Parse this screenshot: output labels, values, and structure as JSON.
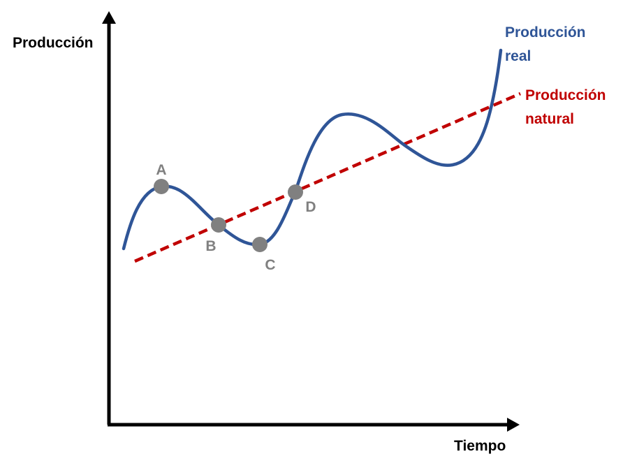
{
  "chart_data": {
    "type": "line",
    "title": "",
    "xlabel": "Tiempo",
    "ylabel": "Producción",
    "grid": false,
    "legend": "direct labels at right ends of lines",
    "series": [
      {
        "name": "Producción real",
        "name_lines": [
          "Producción",
          "real"
        ],
        "color": "#2f5597",
        "style": "solid"
      },
      {
        "name": "Producción natural",
        "name_lines": [
          "Producción",
          "natural"
        ],
        "color": "#c00000",
        "style": "dashed"
      }
    ],
    "points": [
      {
        "label": "A"
      },
      {
        "label": "B"
      },
      {
        "label": "C"
      },
      {
        "label": "D"
      }
    ],
    "point_color": "#808080",
    "axis_color": "#000000"
  }
}
